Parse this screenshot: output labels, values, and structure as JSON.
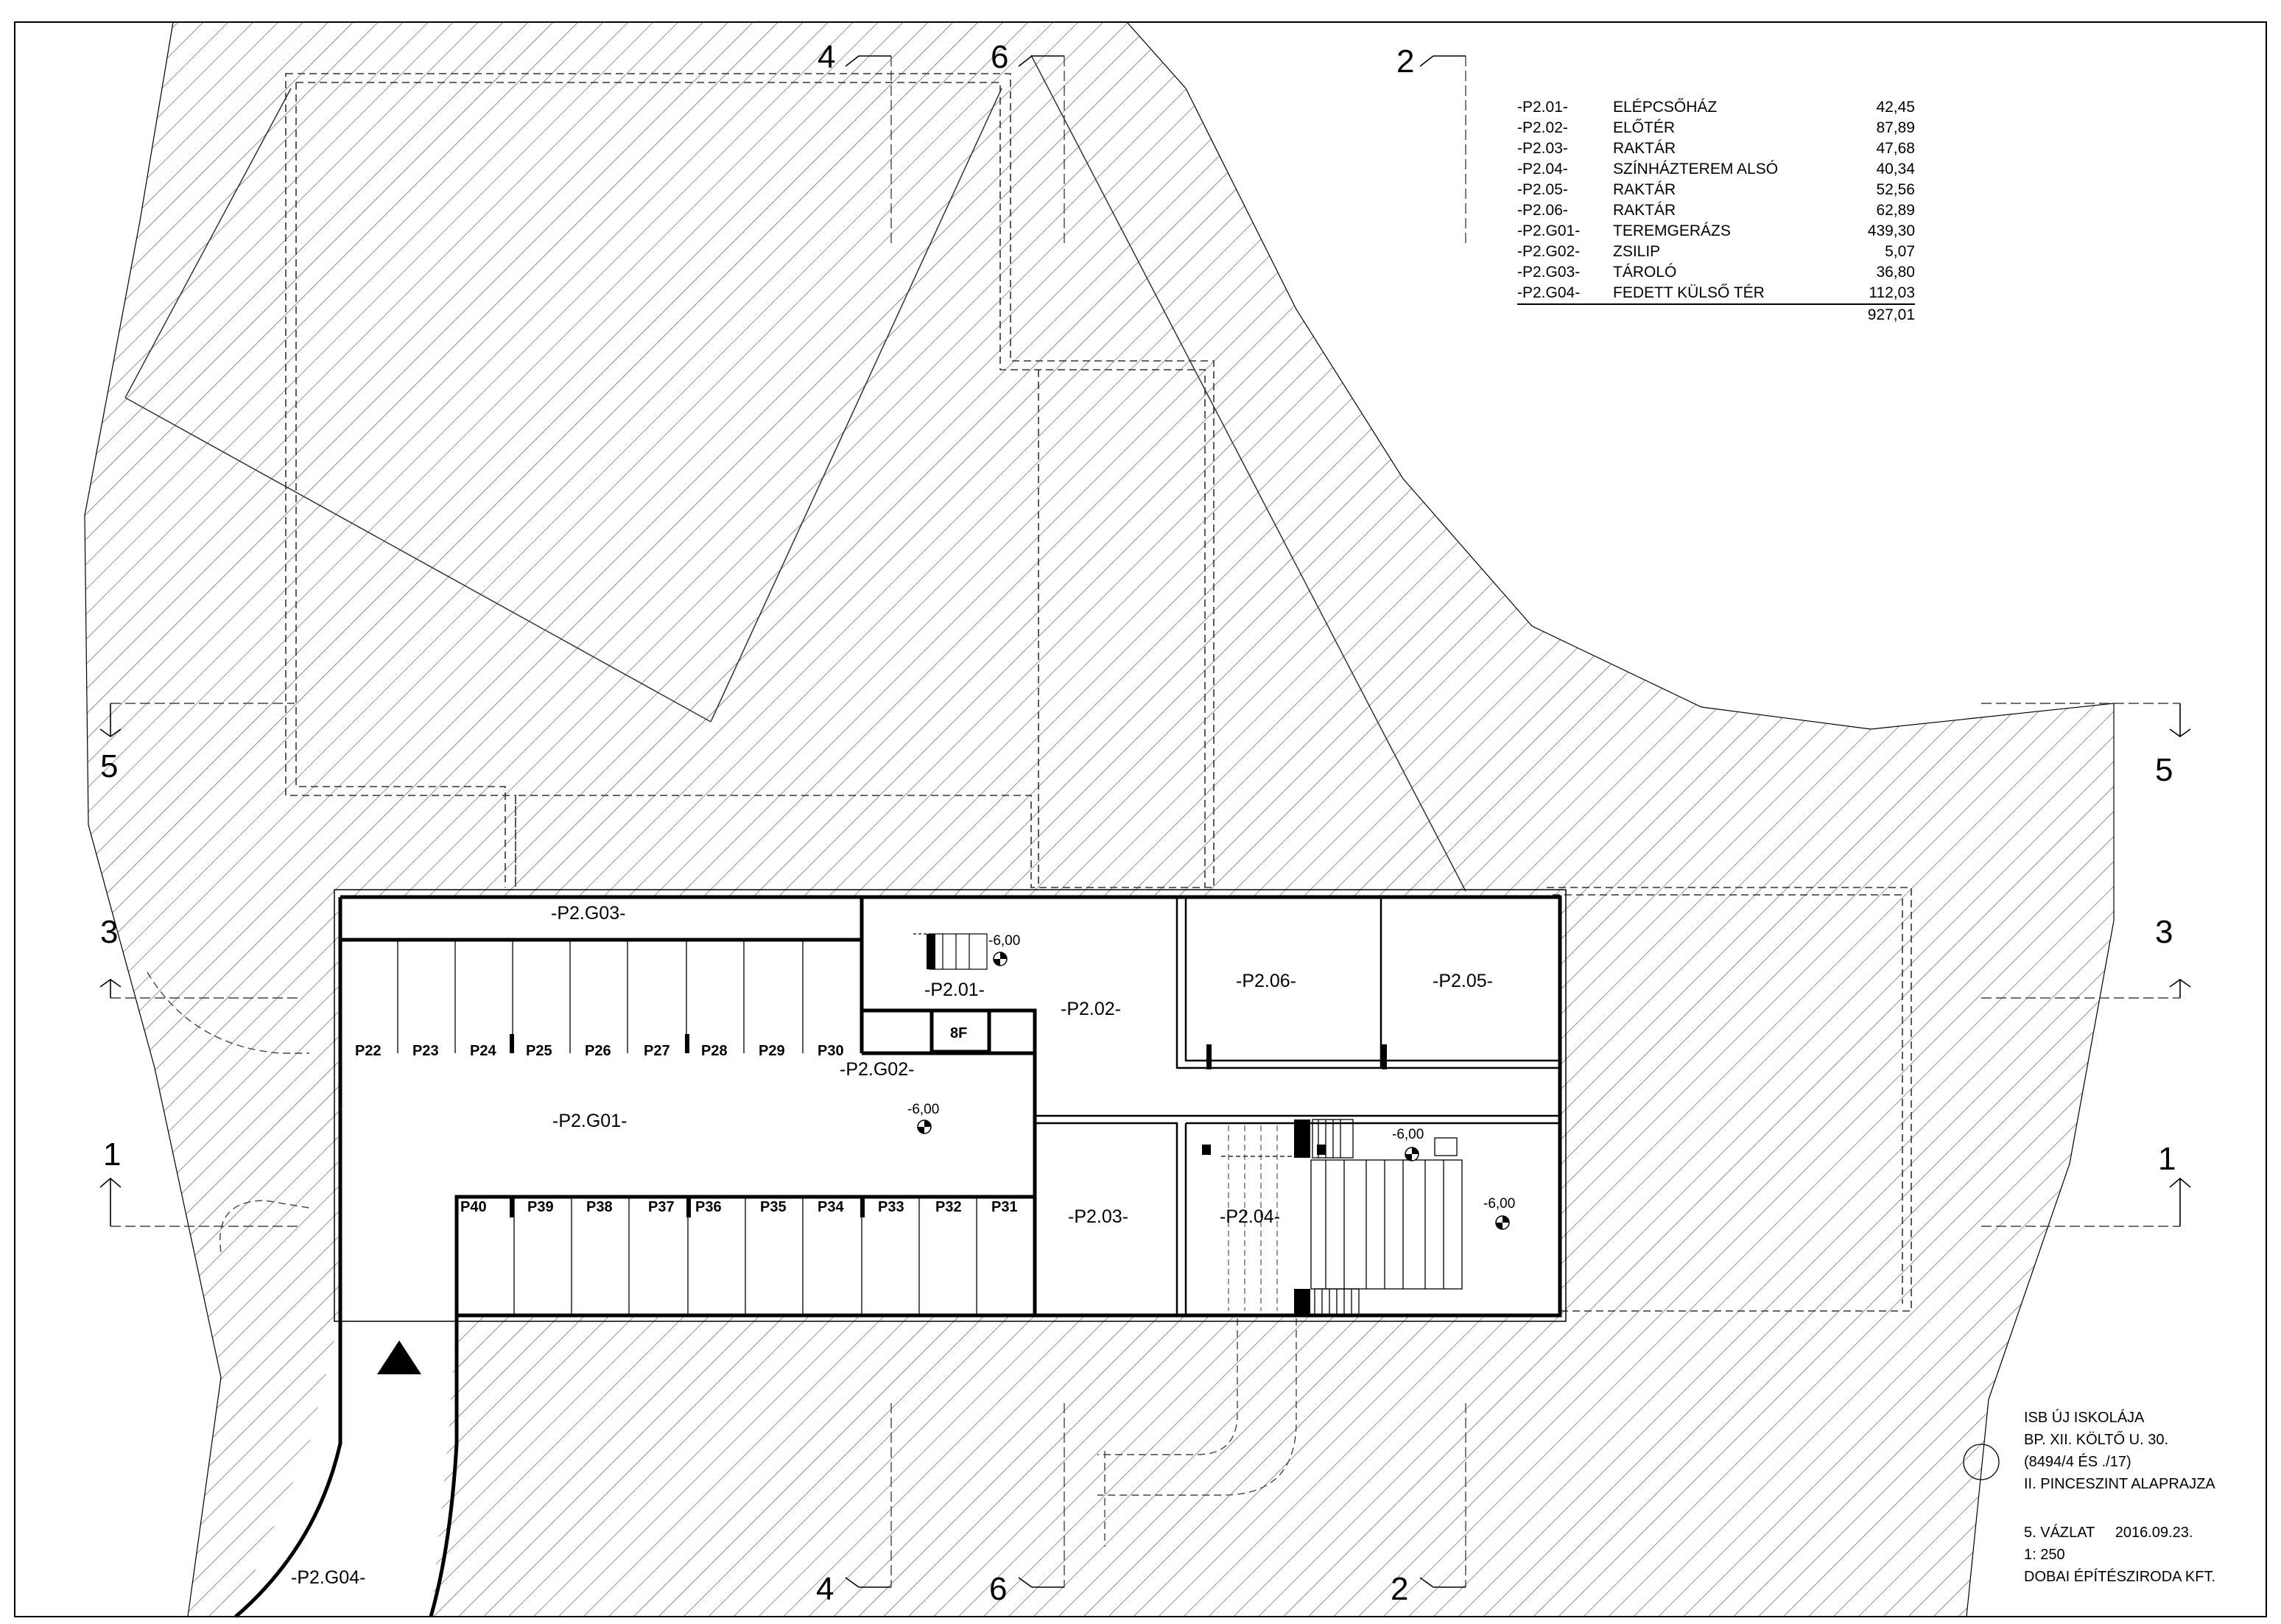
{
  "schedule": {
    "rows": [
      {
        "code": "-P2.01-",
        "name": "ELÉPCSŐHÁZ",
        "area": "42,45"
      },
      {
        "code": "-P2.02-",
        "name": "ELŐTÉR",
        "area": "87,89"
      },
      {
        "code": "-P2.03-",
        "name": "RAKTÁR",
        "area": "47,68"
      },
      {
        "code": "-P2.04-",
        "name": "SZÍNHÁZTEREM ALSÓ",
        "area": "40,34"
      },
      {
        "code": "-P2.05-",
        "name": "RAKTÁR",
        "area": "52,56"
      },
      {
        "code": "-P2.06-",
        "name": "RAKTÁR",
        "area": "62,89"
      },
      {
        "code": "-P2.G01-",
        "name": "TEREMGERÁZS",
        "area": "439,30"
      },
      {
        "code": "-P2.G02-",
        "name": "ZSILIP",
        "area": "5,07"
      },
      {
        "code": "-P2.G03-",
        "name": "TÁROLÓ",
        "area": "36,80"
      },
      {
        "code": "-P2.G04-",
        "name": "FEDETT KÜLSŐ TÉR",
        "area": "112,03"
      }
    ],
    "total": "927,01"
  },
  "rooms": {
    "g03": "-P2.G03-",
    "r01": "-P2.01-",
    "r02": "-P2.02-",
    "r06": "-P2.06-",
    "r05": "-P2.05-",
    "g02": "-P2.G02-",
    "g01": "-P2.G01-",
    "r03": "-P2.03-",
    "r04": "-P2.04-",
    "g04": "-P2.G04-",
    "lift": "8F"
  },
  "levels": {
    "stair": "-6,00",
    "garage": "-6,00",
    "hall_top": "-6,00",
    "hall_right": "-6,00"
  },
  "parking_top": [
    "P22",
    "P23",
    "P24",
    "P25",
    "P26",
    "P27",
    "P28",
    "P29",
    "P30"
  ],
  "parking_bottom": [
    "P40",
    "P39",
    "P38",
    "P37",
    "P36",
    "P35",
    "P34",
    "P33",
    "P32",
    "P31"
  ],
  "sections": {
    "s4_top": "4",
    "s6_top": "6",
    "s2_top": "2",
    "s5_left": "5",
    "s5_right": "5",
    "s3_left": "3",
    "s3_right": "3",
    "s1_left": "1",
    "s1_right": "1",
    "s4_bottom": "4",
    "s6_bottom": "6",
    "s2_bottom": "2"
  },
  "titleblock": {
    "line1": "ISB ÚJ ISKOLÁJA",
    "line2": "BP. XII. KÖLTŐ U. 30.",
    "line3": "(8494/4 ÉS ./17)",
    "line4": "II. PINCESZINT ALAPRAJZA",
    "line5": "5. VÁZLAT     2016.09.23.",
    "line6": "1: 250",
    "line7": "DOBAI ÉPÍTÉSZIRODA KFT."
  }
}
